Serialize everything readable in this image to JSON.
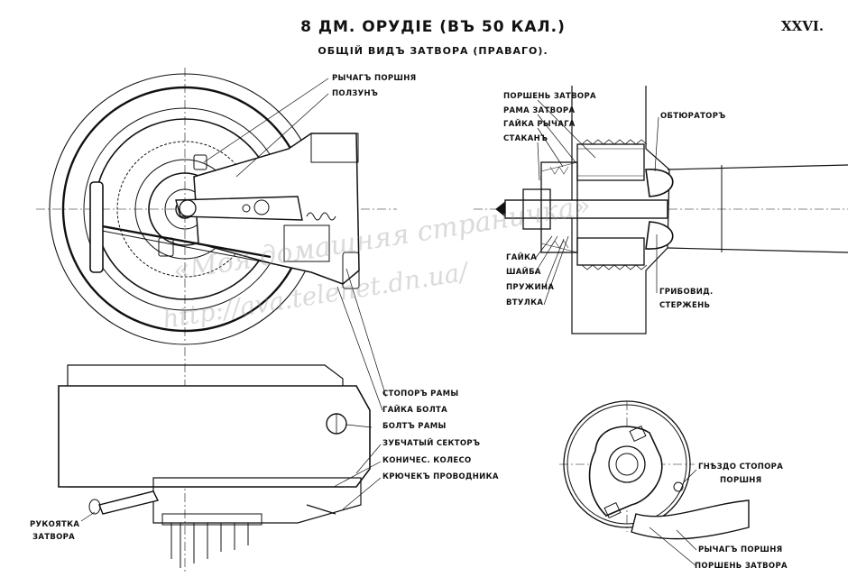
{
  "header": {
    "title": "8 ДМ. ОРУДІЕ (ВЪ 50 КАЛ.)",
    "subtitle": "ОБЩІЙ ВИДЪ ЗАТВОРА (ПРАВАГО).",
    "plate_number": "XXVI."
  },
  "labels": {
    "rychag_porshnya_top": "РЫЧАГЪ ПОРШНЯ",
    "polzun": "ПОЛЗУНЪ",
    "porshen_zatvora_top": "ПОРШЕНЬ ЗАТВОРА",
    "rama_zatvora": "РАМА ЗАТВОРА",
    "gaika_rychaga": "ГАЙКА РЫЧАГА",
    "stakan": "СТАКАНЪ",
    "obturator": "ОБТЮРАТОРЪ",
    "gaika": "ГАЙКА",
    "shaiba": "ШАЙБА",
    "pruzhina": "ПРУЖИНА",
    "vtulka": "ВТУЛКА",
    "gribovid_1": "ГРИБОВИД.",
    "gribovid_2": "СТЕРЖЕНЬ",
    "stopor_ramy": "СТОПОРЪ РАМЫ",
    "gaika_bolta": "ГАЙКА БОЛТА",
    "bolt_ramy": "БОЛТЪ РАМЫ",
    "zubchaty_sektor": "ЗУБЧАТЫЙ СЕКТОРЪ",
    "konich_koleso": "КОНИЧЕС. КОЛЕСО",
    "kryuchek": "КРЮЧЕКЪ ПРОВОДНИКА",
    "rukoyatka_1": "РУКОЯТКА",
    "rukoyatka_2": "ЗАТВОРА",
    "gnezdo_1": "ГНѢЗДО СТОПОРА",
    "gnezdo_2": "ПОРШНЯ",
    "rychag_porshnya_bottom": "РЫЧАГЪ ПОРШНЯ",
    "porshen_zatvora_bottom": "ПОРШЕНЬ ЗАТВОРА"
  },
  "watermark": {
    "line1": "«Моя домашняя страничка»",
    "line2": "http://ava.telenet.dn.ua/"
  },
  "colors": {
    "ink": "#111111",
    "hatch": "#444444",
    "paper": "#ffffff"
  }
}
